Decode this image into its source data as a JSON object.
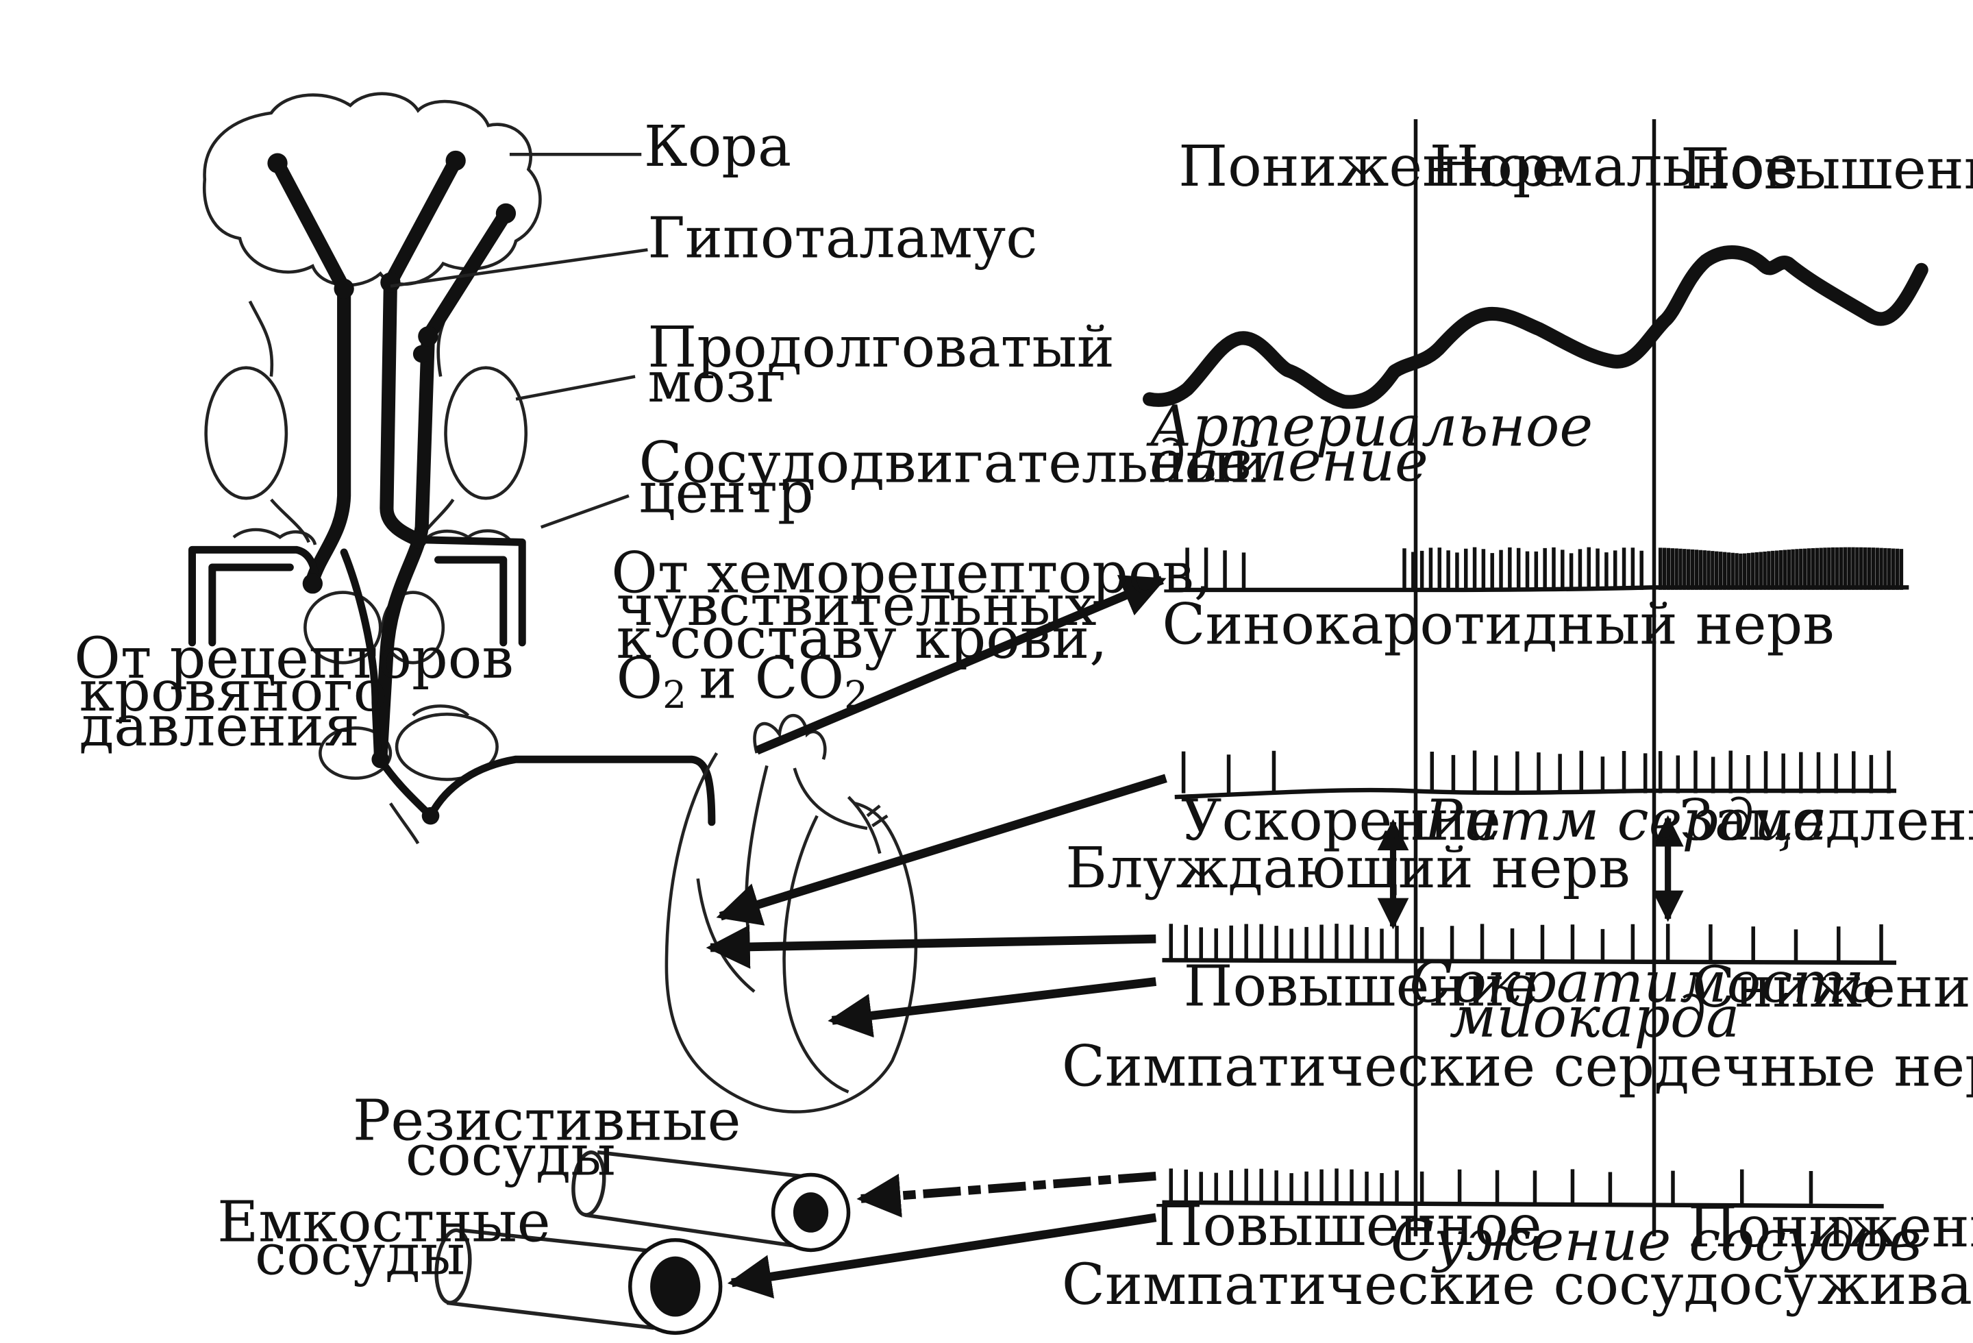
{
  "labels": {
    "cortex": "Кора",
    "hypothalamus": "Гипоталамус",
    "medulla_line1": "Продолговатый",
    "medulla_line2": "мозг",
    "vasomotor_line1": "Сосудодвигательный",
    "vasomotor_line2": "центр",
    "chemo_line1": "От хеморецепторов,",
    "chemo_line2": "чувствительных",
    "chemo_line3": "к составу крови,",
    "chemo_o": "O",
    "chemo_o_sub": "2",
    "chemo_and": "и CO",
    "chemo_co_sub": "2",
    "baro_line1": "От рецепторов",
    "baro_line2": "кровяного",
    "baro_line3": "давления",
    "resistive_line1": "Резистивные",
    "resistive_line2": "сосуды",
    "capacitive_line1": "Емкостные",
    "capacitive_line2": "сосуды"
  },
  "columns": {
    "low": "Пониженное",
    "normal": "Нормальное",
    "high": "Повышенное"
  },
  "traces": {
    "pressure_line1": "Артериальное",
    "pressure_line2": "давление",
    "sinocarotid": "Синокаротидный нерв",
    "rate_left": "Ускорение",
    "rate_mid": "Ритм сердца",
    "rate_right": "Замедление",
    "vagus": "Блуждающий нерв",
    "contract_left": "Повышение",
    "contract_mid_line1": "Сократимость",
    "contract_mid_line2": "миокарда",
    "contract_right": "Снижение",
    "sympathetic_cardiac": "Симпатические сердечные нервы",
    "vessel_left": "Повышенное",
    "vessel_mid": "Сужение сосудов",
    "vessel_right": "Пониженное",
    "sympathetic_vaso": "Симпатические сосудосуживающие нервы"
  }
}
